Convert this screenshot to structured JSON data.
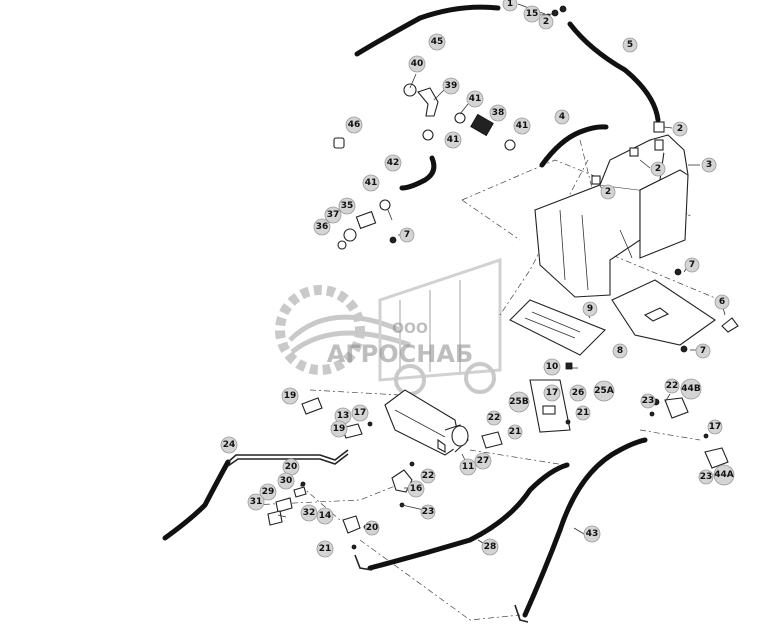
{
  "diagram": {
    "callouts": [
      "1",
      "15",
      "2",
      "45",
      "5",
      "40",
      "39",
      "41",
      "38",
      "41",
      "4",
      "2",
      "46",
      "41",
      "2",
      "3",
      "2",
      "42",
      "41",
      "37",
      "35",
      "36",
      "7",
      "7",
      "6",
      "9",
      "8",
      "7",
      "10",
      "17",
      "26",
      "25A",
      "25B",
      "22",
      "44B",
      "23",
      "19",
      "13",
      "17",
      "19",
      "22",
      "21",
      "11",
      "27",
      "21",
      "17",
      "24",
      "20",
      "30",
      "29",
      "31",
      "14",
      "32",
      "16",
      "22",
      "23",
      "20",
      "21",
      "23",
      "44A",
      "28",
      "43"
    ],
    "watermark": {
      "company_prefix": "ООО",
      "company_name": "АГРОСНАБ"
    }
  }
}
